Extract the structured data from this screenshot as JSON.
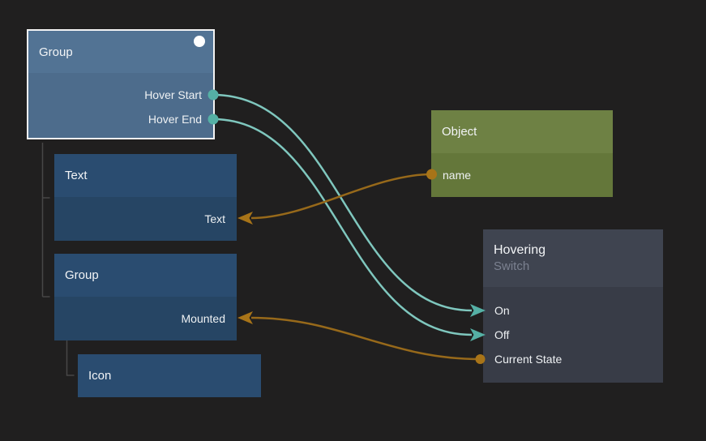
{
  "editor": {
    "background": "#201f1f",
    "selection_color": "#f3f3f3"
  },
  "colors": {
    "flow_wire": "#7fc7be",
    "flow_port": "#55b0a5",
    "data_wire": "#97691a",
    "data_port": "#a87418",
    "tree_line": "#474747"
  },
  "nodes": [
    {
      "id": "group-root",
      "title": "Group",
      "selected": true,
      "ports": [
        {
          "name": "Hover Start",
          "kind": "output",
          "wire": "flow"
        },
        {
          "name": "Hover End",
          "kind": "output",
          "wire": "flow"
        }
      ]
    },
    {
      "id": "text",
      "title": "Text",
      "ports": [
        {
          "name": "Text",
          "kind": "input",
          "wire": "data"
        }
      ]
    },
    {
      "id": "group-child",
      "title": "Group",
      "ports": [
        {
          "name": "Mounted",
          "kind": "input",
          "wire": "data"
        }
      ]
    },
    {
      "id": "icon",
      "title": "Icon",
      "ports": []
    },
    {
      "id": "object",
      "title": "Object",
      "ports": [
        {
          "name": "name",
          "kind": "output",
          "wire": "data"
        }
      ]
    },
    {
      "id": "hovering",
      "title": "Hovering",
      "subtitle": "Switch",
      "ports": [
        {
          "name": "On",
          "kind": "input",
          "wire": "flow"
        },
        {
          "name": "Off",
          "kind": "input",
          "wire": "flow"
        },
        {
          "name": "Current State",
          "kind": "output",
          "wire": "data"
        }
      ]
    }
  ],
  "connections": [
    {
      "from": "Group.Hover Start",
      "to": "Hovering.On",
      "wire": "flow"
    },
    {
      "from": "Group.Hover End",
      "to": "Hovering.Off",
      "wire": "flow"
    },
    {
      "from": "Object.name",
      "to": "Text.Text",
      "wire": "data"
    },
    {
      "from": "Hovering.Current State",
      "to": "Group.Mounted",
      "wire": "data"
    }
  ]
}
